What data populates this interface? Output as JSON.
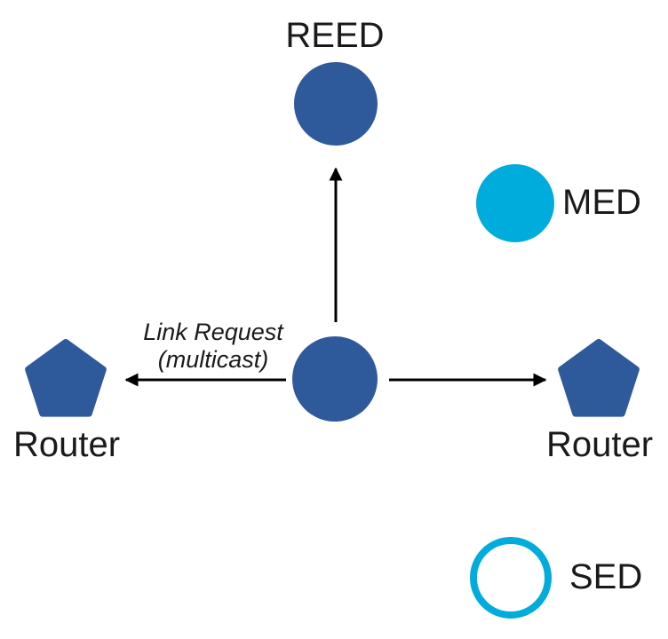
{
  "diagram": {
    "background_color": "#ffffff",
    "colors": {
      "router_blue": "#2e5a9c",
      "device_cyan": "#00acdb",
      "arrow": "#000000",
      "text": "#1a1a1a"
    },
    "labels": {
      "reed": "REED",
      "med": "MED",
      "sed": "SED",
      "router_left": "Router",
      "router_right": "Router"
    },
    "annotation": {
      "line1": "Link Request",
      "line2": "(multicast)"
    },
    "nodes": [
      {
        "id": "reed-node",
        "label": "REED",
        "shape": "circle",
        "color": "#2e5a9c"
      },
      {
        "id": "center-node",
        "label": "",
        "shape": "circle",
        "color": "#2e5a9c"
      },
      {
        "id": "med-node",
        "label": "MED",
        "shape": "circle",
        "color": "#00acdb"
      },
      {
        "id": "sed-node",
        "label": "SED",
        "shape": "circle-outline",
        "color": "#00acdb"
      },
      {
        "id": "left-router-node",
        "label": "Router",
        "shape": "pentagon",
        "color": "#2e5a9c"
      },
      {
        "id": "right-router-node",
        "label": "Router",
        "shape": "pentagon",
        "color": "#2e5a9c"
      }
    ],
    "arrows": [
      {
        "from": "center-node",
        "to": "reed-node",
        "direction": "up"
      },
      {
        "from": "center-node",
        "to": "left-router-node",
        "direction": "left",
        "annotation": "Link Request (multicast)"
      },
      {
        "from": "center-node",
        "to": "right-router-node",
        "direction": "right"
      }
    ]
  }
}
